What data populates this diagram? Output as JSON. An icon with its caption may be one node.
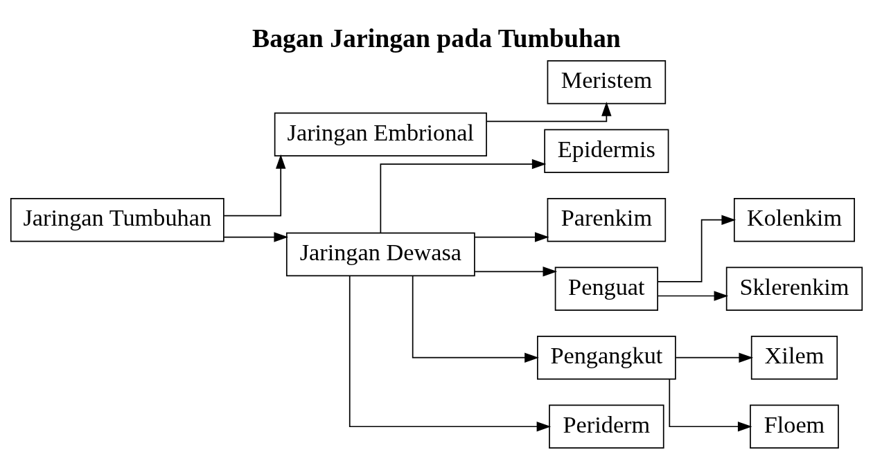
{
  "diagram": {
    "title": "Bagan Jaringan pada Tumbuhan",
    "nodes": [
      {
        "text": [
          "Jaringan Tumbuhan"
        ]
      },
      {
        "text": [
          "Jaringan Embrional"
        ]
      },
      {
        "text": [
          "Meristem"
        ]
      },
      {
        "text": [
          "Jaringan Dewasa"
        ]
      },
      {
        "text": [
          "Epidermis"
        ]
      },
      {
        "text": [
          "Parenkim"
        ]
      },
      {
        "text": [
          "Penguat"
        ]
      },
      {
        "text": [
          "Kolenkim"
        ]
      },
      {
        "text": [
          "Sklerenkim"
        ]
      },
      {
        "text": [
          "Pengangkut"
        ]
      },
      {
        "text": [
          "Xilem"
        ]
      },
      {
        "text": [
          "Floem"
        ]
      },
      {
        "text": [
          "Periderm"
        ]
      }
    ],
    "edges": [
      {
        "from": 0,
        "to": 1,
        "arrow": "to"
      },
      {
        "from": 0,
        "to": 3,
        "arrow": "to"
      },
      {
        "from": 1,
        "to": 2,
        "arrow": "to"
      },
      {
        "from": 3,
        "to": 4,
        "arrow": "to"
      },
      {
        "from": 3,
        "to": 5,
        "arrow": "to"
      },
      {
        "from": 3,
        "to": 6,
        "arrow": "to"
      },
      {
        "from": 3,
        "to": 9,
        "arrow": "to"
      },
      {
        "from": 3,
        "to": 12,
        "arrow": "to"
      },
      {
        "from": 6,
        "to": 7,
        "arrow": "to"
      },
      {
        "from": 6,
        "to": 8,
        "arrow": "to"
      },
      {
        "from": 9,
        "to": 10,
        "arrow": "to"
      },
      {
        "from": 9,
        "to": 11,
        "arrow": "to"
      }
    ]
  }
}
